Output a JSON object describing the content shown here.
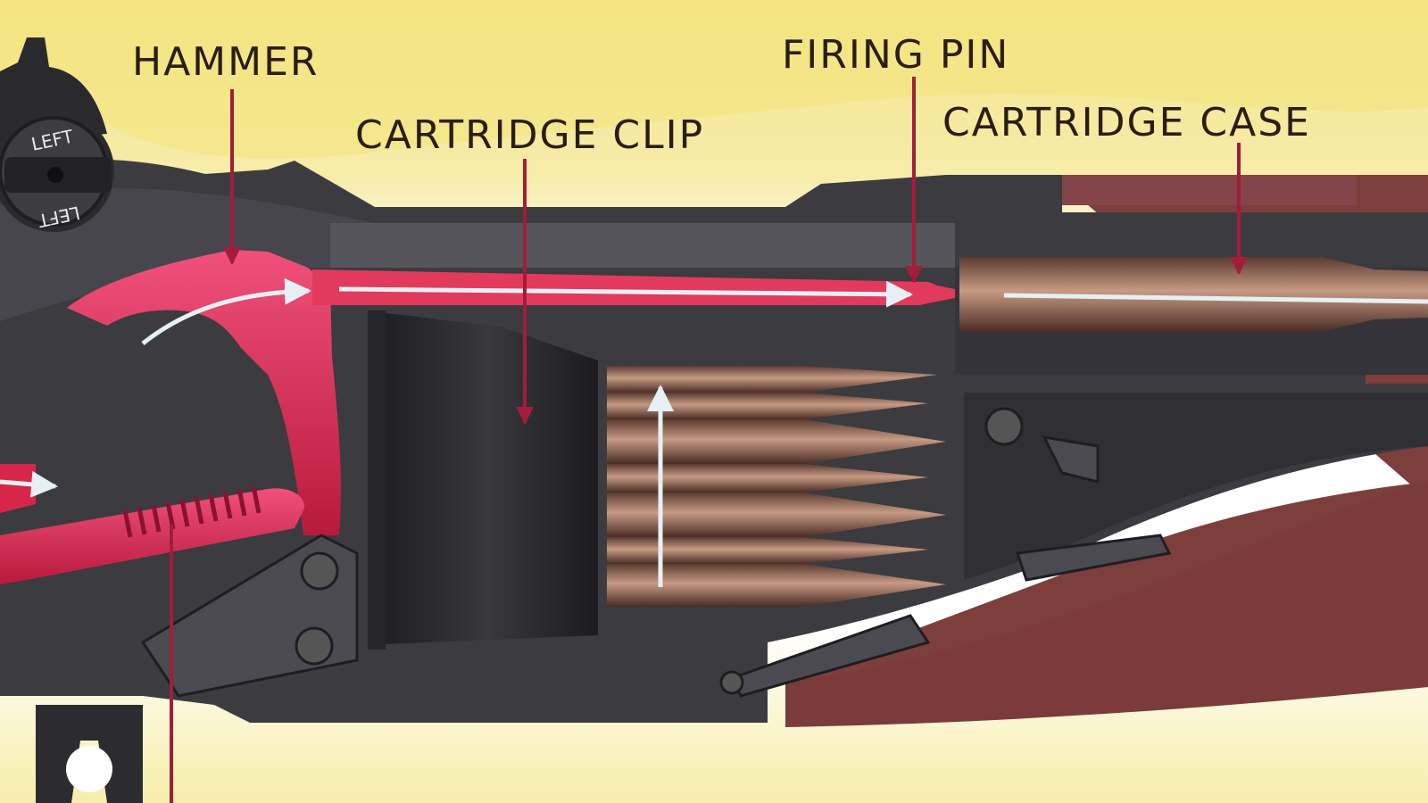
{
  "labels": {
    "hammer": "HAMMER",
    "firing_pin": "FIRING PIN",
    "cartridge_clip": "CARTRIDGE CLIP",
    "cartridge_case": "CARTRIDGE CASE"
  },
  "safety_dial": {
    "text_top": "LEFT",
    "text_bottom": "LEFT"
  },
  "colors": {
    "background": "#fbf6d6",
    "yellow_band": "#f3e37a",
    "receiver_dark": "#3a3a3e",
    "receiver_mid": "#4d4d52",
    "hammer_red": "#d8264a",
    "brass": "#8a5f4a",
    "wood": "#7c3f3c",
    "leader_line": "#a31d3a",
    "motion_arrow": "#dde9ef",
    "label_text": "#2a1e14"
  }
}
